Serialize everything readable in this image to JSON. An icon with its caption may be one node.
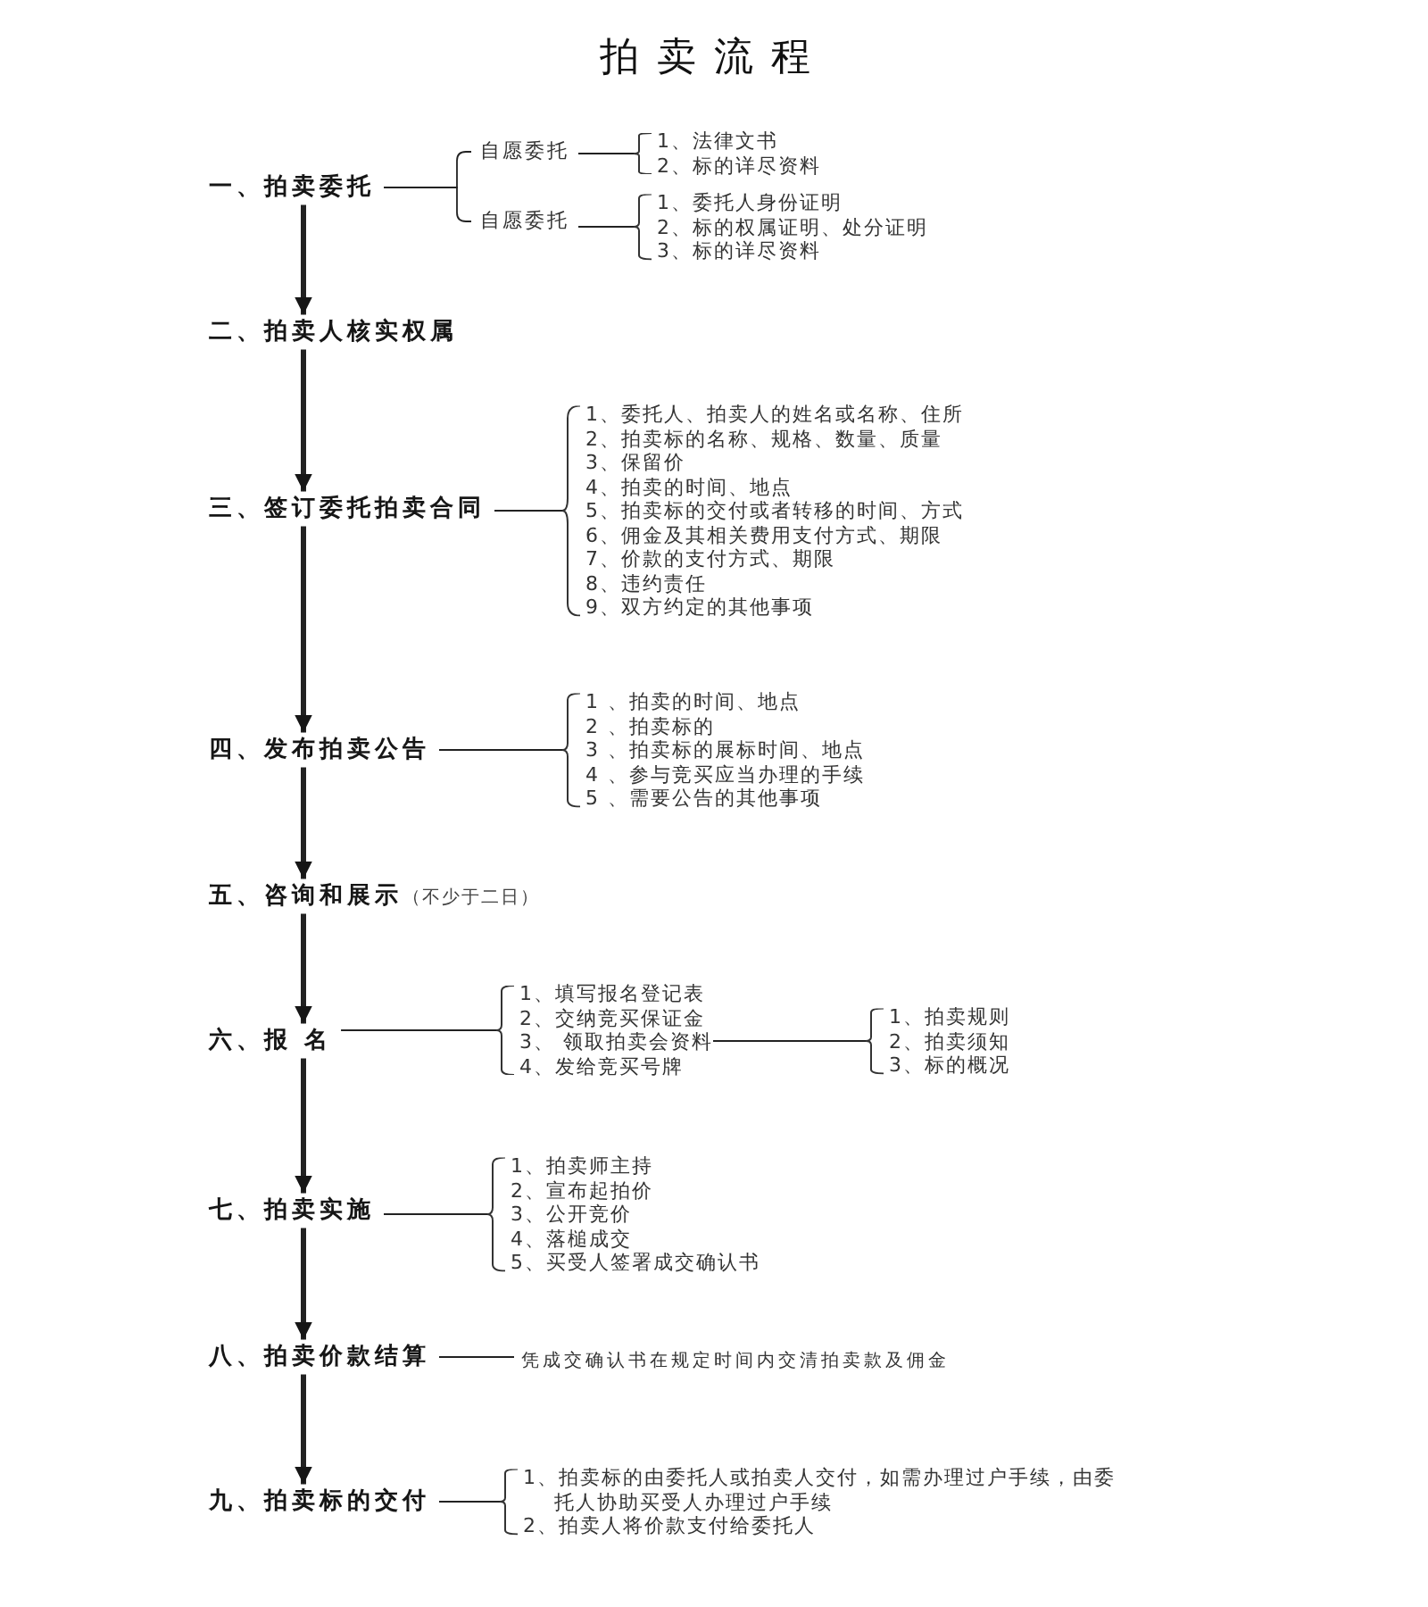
{
  "diagram": {
    "title": "拍卖流程",
    "nodes": [
      {
        "text": [
          "一、拍卖委托"
        ]
      },
      {
        "text": [
          "自愿委托"
        ]
      },
      {
        "text": [
          "1、法律文书",
          "2、标的详尽资料"
        ]
      },
      {
        "text": [
          "自愿委托"
        ]
      },
      {
        "text": [
          "1、委托人身份证明",
          "2、标的权属证明、处分证明",
          "3、标的详尽资料"
        ]
      },
      {
        "text": [
          "二、拍卖人核实权属"
        ]
      },
      {
        "text": [
          "三、签订委托拍卖合同"
        ]
      },
      {
        "text": [
          "1、委托人、拍卖人的姓名或名称、住所",
          "2、拍卖标的名称、规格、数量、质量",
          "3、保留价",
          "4、拍卖的时间、地点",
          "5、拍卖标的交付或者转移的时间、方式",
          "6、佣金及其相关费用支付方式、期限",
          "7、价款的支付方式、期限",
          "8、违约责任",
          "9、双方约定的其他事项"
        ]
      },
      {
        "text": [
          "四、发布拍卖公告"
        ]
      },
      {
        "text": [
          "1 、拍卖的时间、地点",
          "2 、拍卖标的",
          "3 、拍卖标的展标时间、地点",
          "4 、参与竞买应当办理的手续",
          "5 、需要公告的其他事项"
        ]
      },
      {
        "text": [
          "五、咨询和展示"
        ],
        "beside": [
          "（不少于二日）"
        ]
      },
      {
        "text": [
          "六、报 名"
        ]
      },
      {
        "text": [
          "1、填写报名登记表",
          "2、交纳竞买保证金",
          "3、 领取拍卖会资料",
          "4、发给竞买号牌"
        ]
      },
      {
        "text": [
          "1、拍卖规则",
          "2、拍卖须知",
          "3、标的概况"
        ]
      },
      {
        "text": [
          "七、拍卖实施"
        ]
      },
      {
        "text": [
          "1、拍卖师主持",
          "2、宣布起拍价",
          "3、公开竞价",
          "4、落槌成交",
          "5、买受人签署成交确认书"
        ]
      },
      {
        "text": [
          "八、拍卖价款结算"
        ]
      },
      {
        "text": [
          "凭成交确认书在规定时间内交清拍卖款及佣金"
        ]
      },
      {
        "text": [
          "九、拍卖标的交付"
        ]
      },
      {
        "text": [
          "1、拍卖标的由委托人或拍卖人交付，如需办理过户手续，由委托人协助买受人办理过户手续",
          "2、拍卖人将价款支付给委托人"
        ]
      }
    ],
    "edges": [
      {
        "from": 0,
        "to": 5,
        "arrow": "to",
        "style": "thick"
      },
      {
        "from": 5,
        "to": 6,
        "arrow": "to",
        "style": "thick"
      },
      {
        "from": 6,
        "to": 8,
        "arrow": "to",
        "style": "thick"
      },
      {
        "from": 8,
        "to": 10,
        "arrow": "to",
        "style": "thick"
      },
      {
        "from": 10,
        "to": 11,
        "arrow": "to",
        "style": "thick"
      },
      {
        "from": 11,
        "to": 14,
        "arrow": "to",
        "style": "thick"
      },
      {
        "from": 14,
        "to": 16,
        "arrow": "to",
        "style": "thick"
      },
      {
        "from": 16,
        "to": 18,
        "arrow": "to",
        "style": "thick"
      },
      {
        "from": 0,
        "to": 1,
        "arrow": "none"
      },
      {
        "from": 0,
        "to": 3,
        "arrow": "none"
      },
      {
        "from": 1,
        "to": 2,
        "arrow": "none"
      },
      {
        "from": 3,
        "to": 4,
        "arrow": "none"
      },
      {
        "from": 6,
        "to": 7,
        "arrow": "none"
      },
      {
        "from": 8,
        "to": 9,
        "arrow": "none"
      },
      {
        "from": 11,
        "to": 12,
        "arrow": "none"
      },
      {
        "from": 12,
        "to": 13,
        "arrow": "none"
      },
      {
        "from": 14,
        "to": 15,
        "arrow": "none"
      },
      {
        "from": 16,
        "to": 17,
        "arrow": "none"
      },
      {
        "from": 18,
        "to": 19,
        "arrow": "none"
      }
    ]
  }
}
